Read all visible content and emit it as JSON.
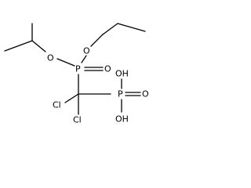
{
  "molecule": {
    "atoms": {
      "o_ester_left": "O",
      "o_ester_right": "O",
      "p_upper": "P",
      "o_double_upper": "O",
      "p_lower": "P",
      "oh_upper": "OH",
      "o_double_lower": "O",
      "oh_lower": "OH",
      "cl_left": "Cl",
      "cl_lower": "Cl"
    }
  }
}
